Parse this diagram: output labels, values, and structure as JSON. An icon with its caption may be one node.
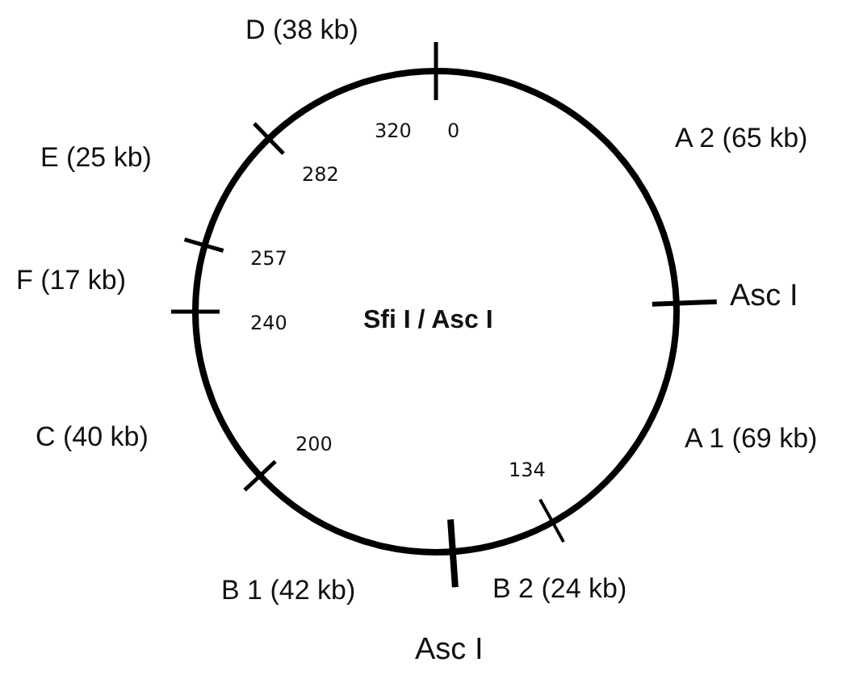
{
  "diagram": {
    "labels": [
      "D (38 kb)",
      "320",
      "0",
      "A 2 (65 kb)",
      "E (25 kb)",
      "282",
      "257",
      "F (17 kb)",
      "Asc I",
      "240",
      "Sfi I / Asc I",
      "C (40 kb)",
      "A 1 (69 kb)",
      "200",
      "134",
      "B 1 (42 kb)",
      "B 2 (24 kb)",
      "Asc I"
    ]
  }
}
